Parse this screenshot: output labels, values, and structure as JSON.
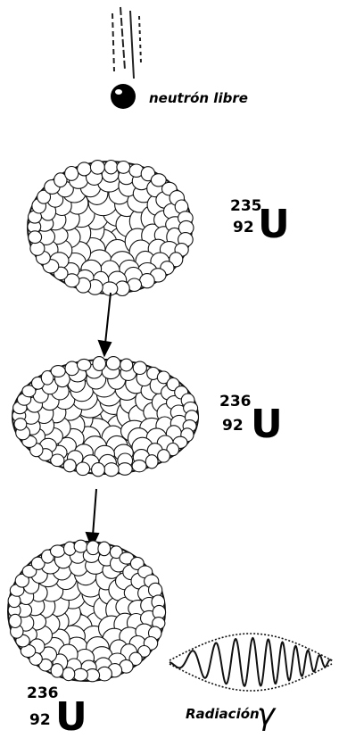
{
  "neutron": {
    "label": "neutrón libre"
  },
  "nuclei": [
    {
      "mass": "235",
      "atomic": "92",
      "symbol": "U"
    },
    {
      "mass": "236",
      "atomic": "92",
      "symbol": "U"
    },
    {
      "mass": "236",
      "atomic": "92",
      "symbol": "U"
    }
  ],
  "radiation": {
    "label": "Radiación",
    "symbol": "γ"
  }
}
